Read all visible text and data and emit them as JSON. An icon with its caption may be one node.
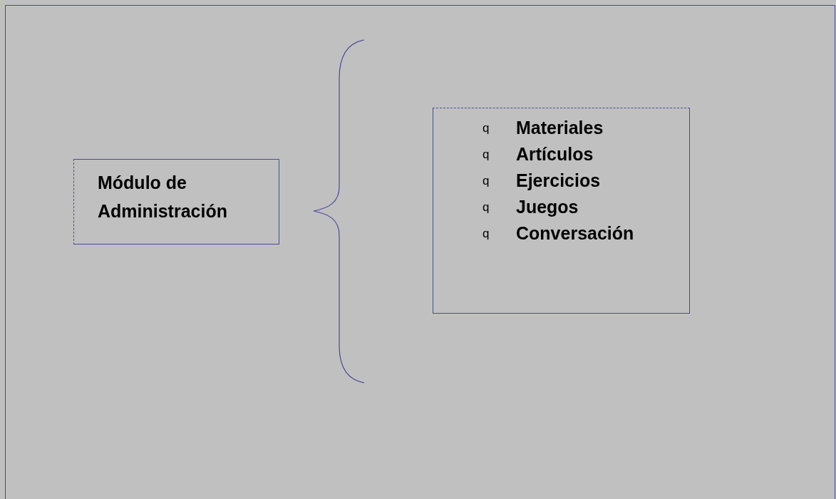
{
  "diagram": {
    "nodes": [
      {
        "text": [
          "Módulo de Administración"
        ]
      },
      {
        "text": [
          "q",
          "Materiales",
          "q",
          "Artículos",
          "q",
          "Ejercicios",
          "q",
          "Juegos",
          "q",
          "Conversación"
        ]
      }
    ]
  }
}
